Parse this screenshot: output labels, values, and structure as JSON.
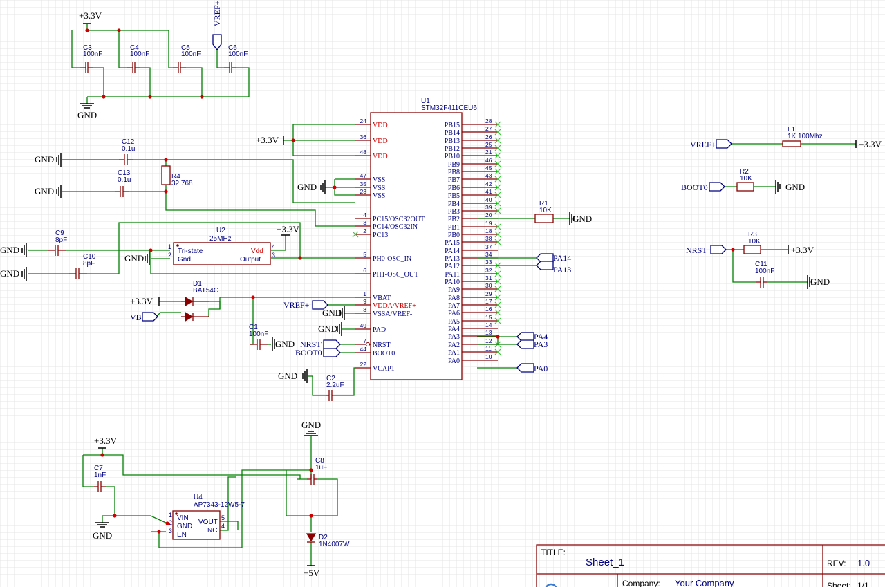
{
  "colors": {
    "wire": "#008000",
    "body": "#880000",
    "label": "#000080",
    "red": "#cc0000",
    "text": "#000000",
    "grid": "#e6e6e6",
    "noconnect": "#33cc33"
  },
  "top_caps": {
    "supply": "+3.3V",
    "ground": "GND",
    "vref_port": "VREF+",
    "c3": {
      "ref": "C3",
      "val": "100nF"
    },
    "c4": {
      "ref": "C4",
      "val": "100nF"
    },
    "c5": {
      "ref": "C5",
      "val": "100nF"
    },
    "c6": {
      "ref": "C6",
      "val": "100nF"
    }
  },
  "u1": {
    "ref": "U1",
    "part": "STM32F411CEU6",
    "left_pins": [
      {
        "num": "24",
        "name": "VDD",
        "power": true
      },
      {
        "num": "36",
        "name": "VDD",
        "power": true
      },
      {
        "num": "48",
        "name": "VDD",
        "power": true
      },
      {
        "num": "47",
        "name": "VSS",
        "power": false
      },
      {
        "num": "35",
        "name": "VSS",
        "power": false
      },
      {
        "num": "23",
        "name": "VSS",
        "power": false
      },
      {
        "num": "4",
        "name": "PC15/OSC32OUT",
        "power": false
      },
      {
        "num": "3",
        "name": "PC14/OSC32IN",
        "power": false
      },
      {
        "num": "2",
        "name": "PC13",
        "power": false
      },
      {
        "num": "5",
        "name": "PH0-OSC_IN",
        "power": false
      },
      {
        "num": "6",
        "name": "PH1-OSC_OUT",
        "power": false
      },
      {
        "num": "1",
        "name": "VBAT",
        "power": false
      },
      {
        "num": "9",
        "name": "VDDA/VREF+",
        "power": true
      },
      {
        "num": "8",
        "name": "VSSA/VREF-",
        "power": false
      },
      {
        "num": "49",
        "name": "PAD",
        "power": false
      },
      {
        "num": "7",
        "name": "NRST",
        "power": false
      },
      {
        "num": "44",
        "name": "BOOT0",
        "power": false
      },
      {
        "num": "22",
        "name": "VCAP1",
        "power": false
      }
    ],
    "right_pins": [
      {
        "num": "28",
        "name": "PB15"
      },
      {
        "num": "27",
        "name": "PB14"
      },
      {
        "num": "26",
        "name": "PB13"
      },
      {
        "num": "25",
        "name": "PB12"
      },
      {
        "num": "21",
        "name": "PB10"
      },
      {
        "num": "46",
        "name": "PB9"
      },
      {
        "num": "45",
        "name": "PB8"
      },
      {
        "num": "43",
        "name": "PB7"
      },
      {
        "num": "42",
        "name": "PB6"
      },
      {
        "num": "41",
        "name": "PB5"
      },
      {
        "num": "40",
        "name": "PB4"
      },
      {
        "num": "39",
        "name": "PB3"
      },
      {
        "num": "20",
        "name": "PB2"
      },
      {
        "num": "19",
        "name": "PB1"
      },
      {
        "num": "18",
        "name": "PB0"
      },
      {
        "num": "38",
        "name": "PA15"
      },
      {
        "num": "37",
        "name": "PA14"
      },
      {
        "num": "34",
        "name": "PA13"
      },
      {
        "num": "33",
        "name": "PA12"
      },
      {
        "num": "32",
        "name": "PA11"
      },
      {
        "num": "31",
        "name": "PA10"
      },
      {
        "num": "30",
        "name": "PA9"
      },
      {
        "num": "29",
        "name": "PA8"
      },
      {
        "num": "17",
        "name": "PA7"
      },
      {
        "num": "16",
        "name": "PA6"
      },
      {
        "num": "15",
        "name": "PA5"
      },
      {
        "num": "14",
        "name": "PA4"
      },
      {
        "num": "13",
        "name": "PA3"
      },
      {
        "num": "12",
        "name": "PA2"
      },
      {
        "num": "11",
        "name": "PA1"
      },
      {
        "num": "10",
        "name": "PA0"
      }
    ]
  },
  "rtc": {
    "gnd": "GND",
    "c12": {
      "ref": "C12",
      "val": "0.1u"
    },
    "c13": {
      "ref": "C13",
      "val": "0.1u"
    },
    "r4": {
      "ref": "R4",
      "val": "32.768"
    }
  },
  "osc": {
    "gnd": "GND",
    "supply": "+3.3V",
    "c9": {
      "ref": "C9",
      "val": "8pF"
    },
    "c10": {
      "ref": "C10",
      "val": "8pF"
    },
    "u2": {
      "ref": "U2",
      "part": "25MHz",
      "pin1": "1",
      "pin2": "2",
      "pin3": "3",
      "pin4": "4",
      "tri": "Tri-state",
      "gndpin": "Gnd",
      "vdd": "Vdd",
      "out": "Output"
    }
  },
  "vbat": {
    "supply": "+3.3V",
    "vb_port": "VB",
    "d1": {
      "ref": "D1",
      "part": "BAT54C"
    },
    "c1": {
      "ref": "C1",
      "val": "100nF"
    },
    "gnd": "GND",
    "vref_port": "VREF+",
    "nrst_port": "NRST",
    "boot0_port": "BOOT0",
    "c2": {
      "ref": "C2",
      "val": "2.2uF"
    }
  },
  "mcu_supply": "+3.3V",
  "mcu_gnd": "GND",
  "pb2_net": {
    "r1": {
      "ref": "R1",
      "val": "10K"
    },
    "gnd": "GND"
  },
  "pa_ports": {
    "pa14": "PA14",
    "pa13": "PA13",
    "pa4": "PA4",
    "pa3": "PA3",
    "pa0": "PA0"
  },
  "right_side": {
    "vref_port": "VREF+",
    "l1": {
      "ref": "L1",
      "val": "1K 100Mhz"
    },
    "l1_supply": "+3.3V",
    "boot0_port": "BOOT0",
    "r2": {
      "ref": "R2",
      "val": "10K"
    },
    "r2_gnd": "GND",
    "nrst_port": "NRST",
    "r3": {
      "ref": "R3",
      "val": "10K"
    },
    "r3_supply": "+3.3V",
    "c11": {
      "ref": "C11",
      "val": "100nF"
    },
    "c11_gnd": "GND"
  },
  "regulator": {
    "supply": "+3.3V",
    "gnd_left": "GND",
    "gnd_top": "GND",
    "c7": {
      "ref": "C7",
      "val": "1nF"
    },
    "c8": {
      "ref": "C8",
      "val": "1uF"
    },
    "u4": {
      "ref": "U4",
      "part": "AP7343-12W5-7",
      "p1": "1",
      "p2": "2",
      "p3": "3",
      "p4": "4",
      "p5": "5",
      "vin": "VIN",
      "gnd": "GND",
      "en": "EN",
      "vout": "VOUT",
      "nc": "NC"
    },
    "d2": {
      "ref": "D2",
      "part": "1N4007W"
    },
    "vin": "+5V"
  },
  "title_block": {
    "title_label": "TITLE:",
    "title": "Sheet_1",
    "rev_label": "REV:",
    "rev": "1.0",
    "company_label": "Company:",
    "company": "Your Company",
    "sheet_label": "Sheet:",
    "sheet": "1/1"
  }
}
